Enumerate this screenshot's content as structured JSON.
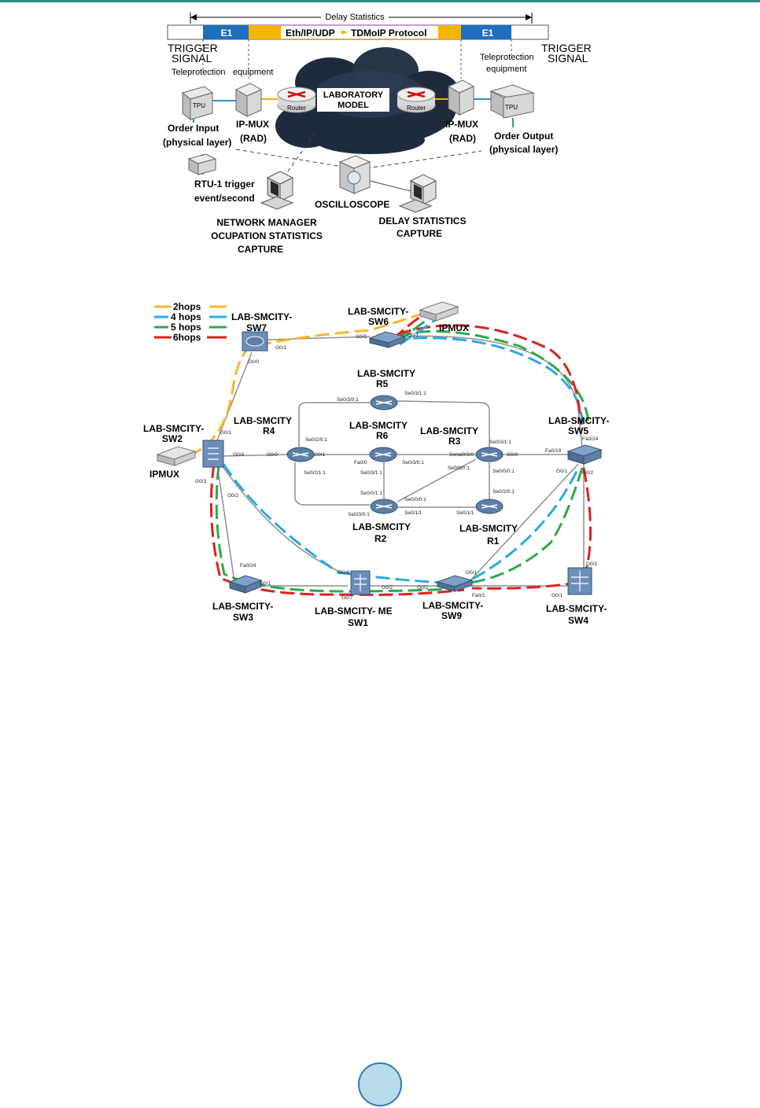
{
  "fig1": {
    "delay_statistics": "Delay Statistics",
    "e1_left": "E1",
    "e1_right": "E1",
    "eth_ip_udp": "Eth/IP/UDP",
    "tdmoip": "TDMoIP Protocol",
    "trigger_left_1": "TRIGGER",
    "trigger_left_2": "SIGNAL",
    "trigger_right_1": "TRIGGER",
    "trigger_right_2": "SIGNAL",
    "tele_left": "Teleprotection",
    "equipment_left": "equipment",
    "tele_right_1": "Teleprotection",
    "tele_right_2": "equipment",
    "tpu": "TPU",
    "router": "Router",
    "lab_model_1": "LABORATORY",
    "lab_model_2": "MODEL",
    "order_input_1": "Order Input",
    "order_input_2": "(physical layer)",
    "ipmux_left_1": "IP-MUX",
    "ipmux_left_2": "(RAD)",
    "ipmux_right_1": "IP-MUX",
    "ipmux_right_2": "(RAD)",
    "order_output_1": "Order Output",
    "order_output_2": "(physical layer)",
    "rtu_1": "RTU-1 trigger",
    "rtu_2": "event/second",
    "oscilloscope": "OSCILLOSCOPE",
    "nm_1": "NETWORK MANAGER",
    "nm_2": "OCUPATION STATISTICS",
    "nm_3": "CAPTURE",
    "ds_1": "DELAY STATISTICS",
    "ds_2": "CAPTURE"
  },
  "fig2": {
    "legend": [
      {
        "label": "2hops",
        "color": "#f5b82e"
      },
      {
        "label": "4 hops",
        "color": "#29aae1"
      },
      {
        "label": "5 hops",
        "color": "#2ea84a"
      },
      {
        "label": "6hops",
        "color": "#e02020"
      }
    ],
    "nodes": {
      "sw7_1": "LAB-SMCITY-",
      "sw7_2": "SW7",
      "sw6_1": "LAB-SMCITY-",
      "sw6_2": "SW6",
      "ipmux_top": "IPMUX",
      "r5_1": "LAB-SMCITY",
      "r5_2": "R5",
      "r4_1": "LAB-SMCITY",
      "r4_2": "R4",
      "r6_1": "LAB-SMCITY",
      "r6_2": "R6",
      "r3_1": "LAB-SMCITY",
      "r3_2": "R3",
      "sw5_1": "LAB-SMCITY-",
      "sw5_2": "SW5",
      "sw2_1": "LAB-SMCITY-",
      "sw2_2": "SW2",
      "ipmux_left": "IPMUX",
      "r2_1": "LAB-SMCITY",
      "r2_2": "R2",
      "r1_1": "LAB-SMCITY",
      "r1_2": "R1",
      "sw3_1": "LAB-SMCITY-",
      "sw3_2": "SW3",
      "sw1_1": "LAB-SMCITY- ME",
      "sw1_2": "SW1",
      "sw9_1": "LAB-SMCITY-",
      "sw9_2": "SW9",
      "sw4_1": "LAB-SMCITY-",
      "sw4_2": "SW4"
    },
    "ports": {
      "sw7_g01": "G0/1",
      "sw7_g00": "G0/0",
      "sw6_g02": "G0/2",
      "sw6_g01": "G0/1",
      "r4_se020": "Se0/3/0:1",
      "r5_se031": "Se0/3/1:1",
      "sw2_g01": "G0/1",
      "sw2_g04": "G0/4",
      "sw2_g03": "G0/3",
      "sw2_g02": "G0/2",
      "r4_g00": "G0/0",
      "r4_g01": "G0/1",
      "r4_se0201": "Se0/2/0:1",
      "r4_se0211": "Se0/2/1:1",
      "r6_fa00": "Fa0/0",
      "r6_se030": "Se0/3/0:1",
      "r6_se031": "Se0/3/1:1",
      "r3_serial": "Serial0/3/0",
      "r3_g00": "G0/0",
      "r3_se0311": "Se0/3/1:1",
      "r3_se0001": "Se0/0/0:1",
      "r3_se0010": "Se0/0/0:1",
      "sw5_fa019": "Fa0/19",
      "sw5_fa024": "Fa0/24",
      "sw5_g01": "G0/1",
      "sw5_g02": "G0/2",
      "r2_se0011": "Se0/0/1:1",
      "r2_se0301": "Se0/3/0:1",
      "r2_se0001": "Se0/0/0:1",
      "r2_se011": "Se0/1/1",
      "r1_se0201": "Se0/2/0:1",
      "r1_se011": "Se0/1/1",
      "sw3_fa024": "Fa0/24",
      "sw3_g01": "G0/1",
      "sw1_g06": "G0/6",
      "sw1_g02": "G0/2",
      "sw1_g07": "G0/7",
      "sw9_g01": "G0/1",
      "sw9_g02": "G0/2",
      "sw9_fa01": "Fa0/1",
      "sw4_g02": "G0/2",
      "sw4_g01": "G0/1"
    }
  },
  "colors": {
    "blue_block": "#1f6fbf",
    "yellow_block": "#f5b400",
    "cloud": "#1e2b3c",
    "cloud_mid": "#2c3e57",
    "tele_link": "#2f8fd0",
    "green_link": "#2ea84a",
    "page_circle_fill": "#b9dcec",
    "page_circle_stroke": "#3a77b0"
  }
}
